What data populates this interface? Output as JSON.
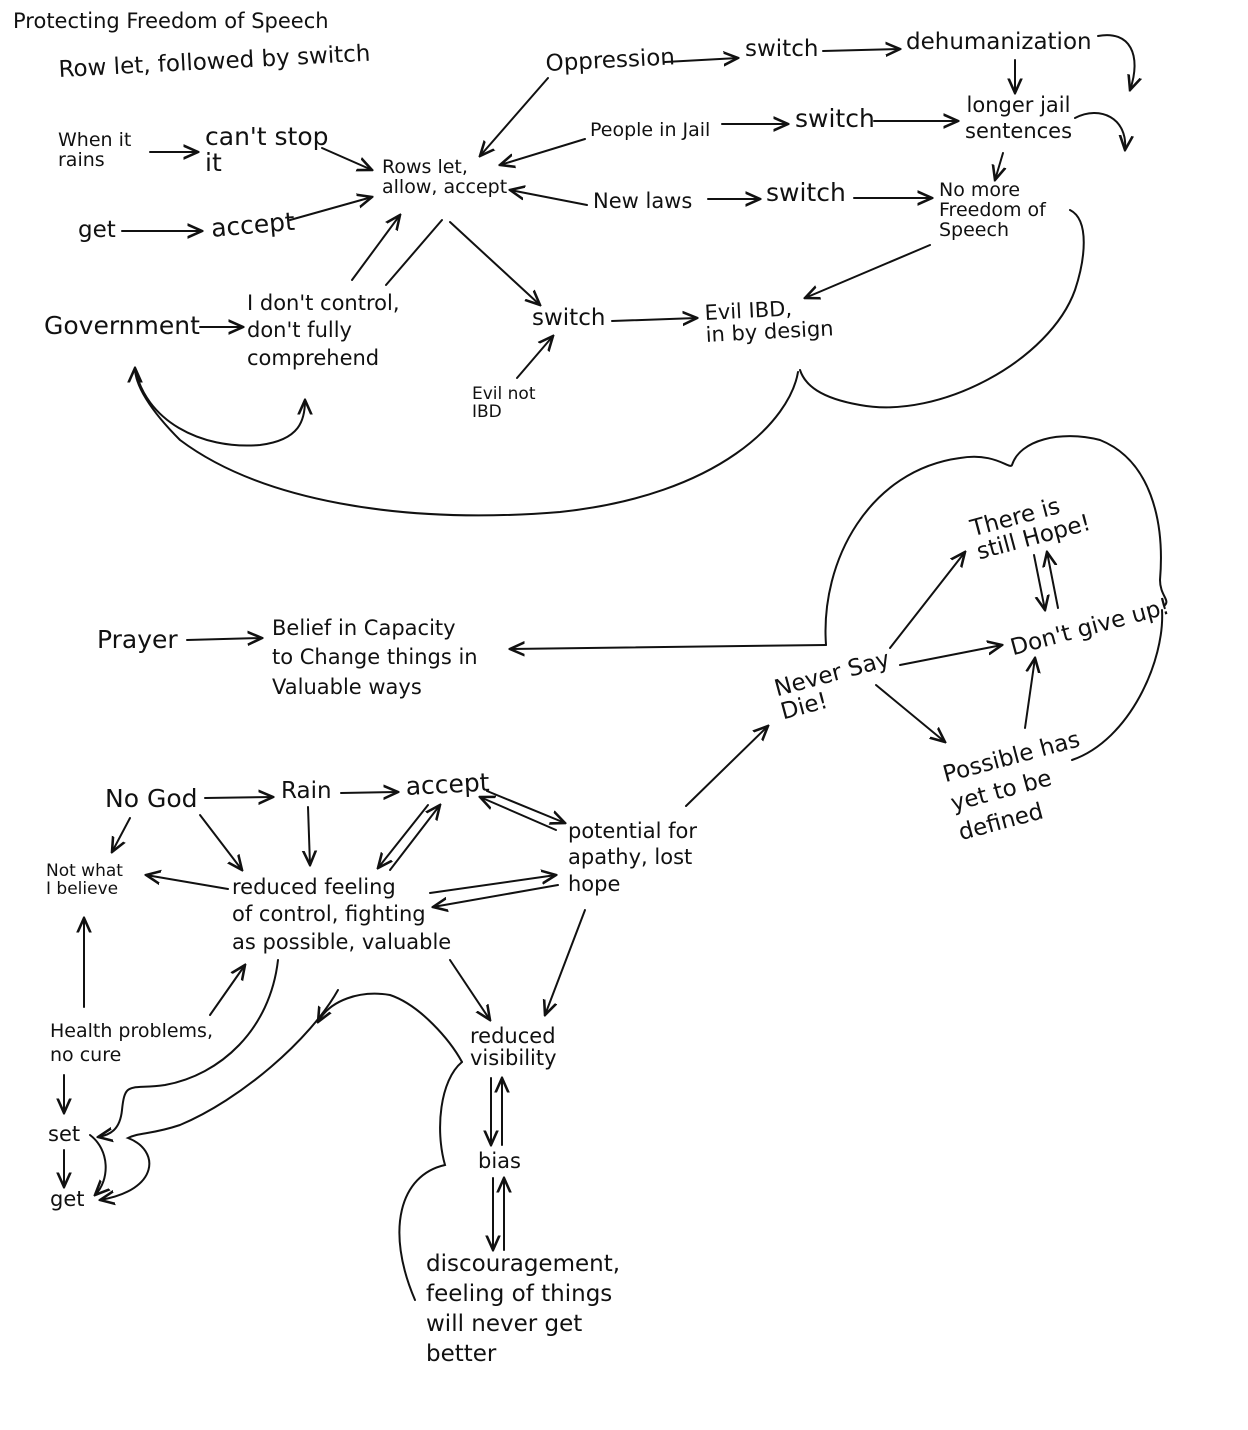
{
  "title": "Protecting Freedom of Speech",
  "subtitle": "Row let, followed by switch",
  "nodes": {
    "when_it_rains": "When it\nrains",
    "cant_stop_it": "can't stop\nit",
    "rows_let": "Rows let,\nallow, accept",
    "get_top": "get",
    "accept_top": "accept",
    "government": "Government",
    "i_dont_control": "I don't control,\ndon't fully\ncomprehend",
    "oppression": "Oppression",
    "switch_1": "switch",
    "dehumanization": "dehumanization",
    "people_in_jail": "People in Jail",
    "switch_2": "switch",
    "longer_jail": "longer jail\nsentences",
    "new_laws": "New laws",
    "switch_3": "switch",
    "no_more_fos": "No more\nFreedom of\nSpeech",
    "switch_center": "switch",
    "evil_ibd": "Evil IBD,\nin by design",
    "evil_not_ibd": "Evil not\nIBD",
    "prayer": "Prayer",
    "belief": "Belief in Capacity\nto Change things in\nValuable ways",
    "never_say_die": "Never Say\nDie!",
    "still_hope": "There is\nstill Hope!",
    "dont_give_up": "Don't give up!",
    "possible": "Possible has\nyet to be\ndefined",
    "no_god": "No God",
    "rain": "Rain",
    "accept_bottom": "accept",
    "potential_apathy": "potential for\napathy, lost\nhope",
    "not_what_i_believe": "Not what\nI believe",
    "reduced_feeling": "reduced feeling\nof control, fighting\nas possible, valuable",
    "health_problems": "Health problems,\nno cure",
    "set": "set",
    "get_bottom": "get",
    "reduced_visibility": "reduced\nvisibility",
    "bias": "bias",
    "discouragement": "discouragement,\nfeeling of things\nwill never get\nbetter"
  }
}
